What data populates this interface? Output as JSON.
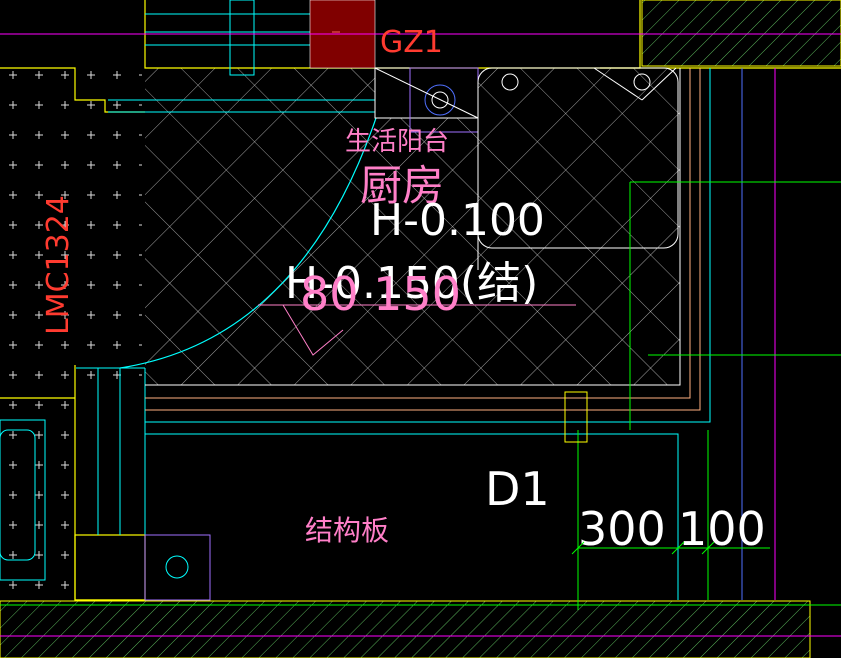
{
  "drawing": {
    "column_label": "GZ1",
    "window_label": "LMC1324",
    "room_name": "生活阳台",
    "room_name_overlap": "厨房",
    "floor_level": "H-0.100",
    "beam_level": "H-0.150(结)",
    "overlap_dims": "80 150",
    "slab_tag": "D1",
    "slab_note": "结构板",
    "dim_300": "300",
    "dim_100": "100"
  },
  "colors": {
    "background": "#000000",
    "wall_yellow": "#ffff00",
    "cyan_line": "#00ffff",
    "white_line": "#ffffff",
    "green_line": "#00ff00",
    "magenta_line": "#ff00ff",
    "column_fill": "#800000",
    "label_red": "#ff3b30",
    "label_pink": "#ff7fc8",
    "orange_line": "#ffb080",
    "purple_line": "#a070ff"
  }
}
